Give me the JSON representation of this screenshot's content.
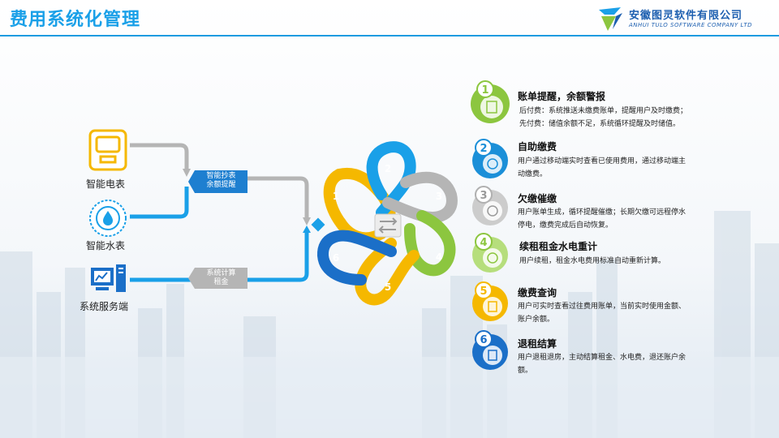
{
  "title": "费用系统化管理",
  "company": {
    "name_cn": "安徽图灵软件有限公司",
    "name_en": "ANHUI TULO SOFTWARE COMPANY LTD"
  },
  "devices": [
    {
      "label": "智能电表",
      "icon": "meter-icon"
    },
    {
      "label": "智能水表",
      "icon": "water-meter-icon"
    },
    {
      "label": "系统服务端",
      "icon": "server-icon"
    }
  ],
  "flow_tags": {
    "meter_reading_line1": "智能抄表",
    "meter_reading_line2": "余额提醒",
    "system_calc_line1": "系统计算",
    "system_calc_line2": "租金"
  },
  "hex_numbers": [
    "1",
    "2",
    "3",
    "4",
    "5",
    "6"
  ],
  "steps": [
    {
      "num": "1",
      "title": "账单提醒，余额警报",
      "desc_line1": "后付费：系统推送未缴费账单，提醒用户及时缴费；",
      "desc_line2": "先付费：储值余额不足，系统循环提醒及时储值。",
      "color": "#8cc63f"
    },
    {
      "num": "2",
      "title": "自助缴费",
      "desc_line1": "用户通过移动端实时查看已使用费用，通过移动端主",
      "desc_line2": "动缴费。",
      "color": "#1b8fd8"
    },
    {
      "num": "3",
      "title": "欠缴催缴",
      "desc_line1": "用户账单生成，循环提醒催缴；长期欠缴可远程停水",
      "desc_line2": "停电，缴费完成后自动恢复。",
      "color": "#a8a8a8"
    },
    {
      "num": "4",
      "title": "续租租金水电重计",
      "desc_line1": "用户续租，租金水电费用标准自动重新计算。",
      "desc_line2": "",
      "color": "#8cc63f"
    },
    {
      "num": "5",
      "title": "缴费查询",
      "desc_line1": "用户可实时查看过往费用账单，当前实时使用金额、",
      "desc_line2": "账户余额。",
      "color": "#f5b800"
    },
    {
      "num": "6",
      "title": "退租结算",
      "desc_line1": "用户退租退房，主动结算租金、水电费，退还账户余",
      "desc_line2": "额。",
      "color": "#1b6fc8"
    }
  ],
  "colors": {
    "accent_blue": "#1aa0e8",
    "yellow": "#f5b800",
    "green": "#8cc63f",
    "gray": "#b5b5b5",
    "dark_blue": "#1b6fc8"
  }
}
